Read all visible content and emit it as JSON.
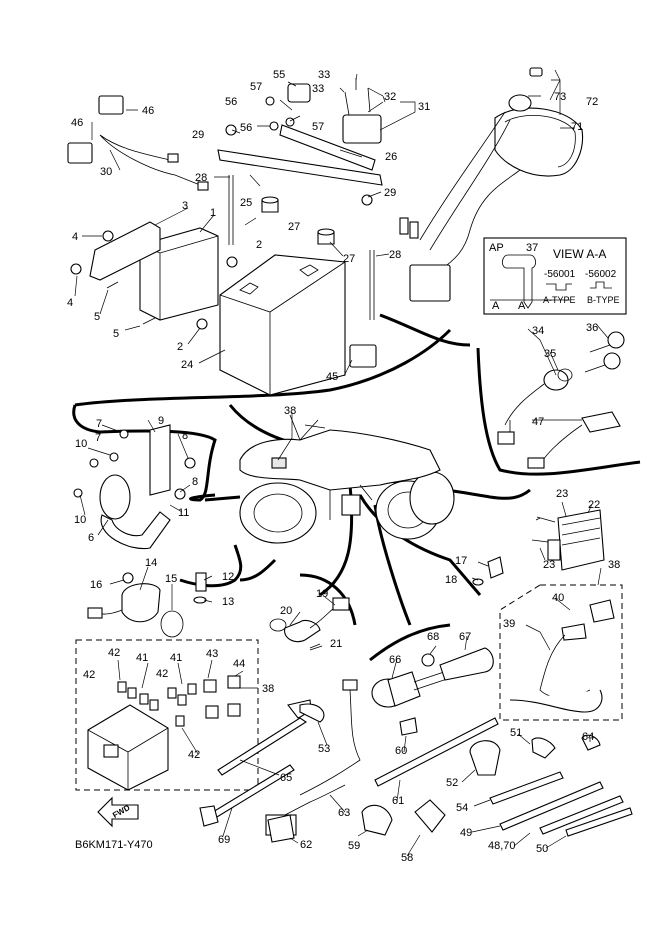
{
  "diagram_id": "B6KM171-Y470",
  "fwd_label": "FWD",
  "view_box": {
    "ap_label": "AP",
    "ap_number": "37",
    "title": "VIEW A-A",
    "codes": [
      "-56001",
      "-56002"
    ],
    "types": [
      "A-TYPE",
      "B-TYPE"
    ],
    "section_letters": [
      "A",
      "A"
    ]
  },
  "callouts": [
    {
      "id": "c46a",
      "text": "46"
    },
    {
      "id": "c46b",
      "text": "46"
    },
    {
      "id": "c30",
      "text": "30"
    },
    {
      "id": "c55",
      "text": "55"
    },
    {
      "id": "c57a",
      "text": "57"
    },
    {
      "id": "c56a",
      "text": "56"
    },
    {
      "id": "c56b",
      "text": "56"
    },
    {
      "id": "c57b",
      "text": "57"
    },
    {
      "id": "c33a",
      "text": "33"
    },
    {
      "id": "c33b",
      "text": "33"
    },
    {
      "id": "c32",
      "text": "32"
    },
    {
      "id": "c31",
      "text": "31"
    },
    {
      "id": "c29a",
      "text": "29"
    },
    {
      "id": "c26",
      "text": "26"
    },
    {
      "id": "c28a",
      "text": "28"
    },
    {
      "id": "c25",
      "text": "25"
    },
    {
      "id": "c29b",
      "text": "29"
    },
    {
      "id": "c3",
      "text": "3"
    },
    {
      "id": "c1",
      "text": "1"
    },
    {
      "id": "c4a",
      "text": "4"
    },
    {
      "id": "c27a",
      "text": "27"
    },
    {
      "id": "c2a",
      "text": "2"
    },
    {
      "id": "c27b",
      "text": "27"
    },
    {
      "id": "c28b",
      "text": "28"
    },
    {
      "id": "c4b",
      "text": "4"
    },
    {
      "id": "c5a",
      "text": "5"
    },
    {
      "id": "c5b",
      "text": "5"
    },
    {
      "id": "c2b",
      "text": "2"
    },
    {
      "id": "c24",
      "text": "24"
    },
    {
      "id": "c45",
      "text": "45"
    },
    {
      "id": "c73",
      "text": "73"
    },
    {
      "id": "c72",
      "text": "72"
    },
    {
      "id": "c71",
      "text": "71"
    },
    {
      "id": "c34",
      "text": "34"
    },
    {
      "id": "c36",
      "text": "36"
    },
    {
      "id": "c35",
      "text": "35"
    },
    {
      "id": "c47",
      "text": "47"
    },
    {
      "id": "c38a",
      "text": "38"
    },
    {
      "id": "c7a",
      "text": "7"
    },
    {
      "id": "c9",
      "text": "9"
    },
    {
      "id": "c10a",
      "text": "10"
    },
    {
      "id": "c7b",
      "text": "7"
    },
    {
      "id": "c8a",
      "text": "8"
    },
    {
      "id": "c8b",
      "text": "8"
    },
    {
      "id": "c10b",
      "text": "10"
    },
    {
      "id": "c11",
      "text": "11"
    },
    {
      "id": "c6",
      "text": "6"
    },
    {
      "id": "c23a",
      "text": "23"
    },
    {
      "id": "c22",
      "text": "22"
    },
    {
      "id": "c23b",
      "text": "23"
    },
    {
      "id": "c14",
      "text": "14"
    },
    {
      "id": "c16",
      "text": "16"
    },
    {
      "id": "c15",
      "text": "15"
    },
    {
      "id": "c12",
      "text": "12"
    },
    {
      "id": "c13",
      "text": "13"
    },
    {
      "id": "c19",
      "text": "19"
    },
    {
      "id": "c20",
      "text": "20"
    },
    {
      "id": "c21",
      "text": "21"
    },
    {
      "id": "c17",
      "text": "17"
    },
    {
      "id": "c18",
      "text": "18"
    },
    {
      "id": "c38b",
      "text": "38"
    },
    {
      "id": "c40",
      "text": "40"
    },
    {
      "id": "c39",
      "text": "39"
    },
    {
      "id": "c42a",
      "text": "42"
    },
    {
      "id": "c41a",
      "text": "41"
    },
    {
      "id": "c41b",
      "text": "41"
    },
    {
      "id": "c43",
      "text": "43"
    },
    {
      "id": "c42b",
      "text": "42"
    },
    {
      "id": "c42c",
      "text": "42"
    },
    {
      "id": "c44",
      "text": "44"
    },
    {
      "id": "c38c",
      "text": "38"
    },
    {
      "id": "c42d",
      "text": "42"
    },
    {
      "id": "c68",
      "text": "68"
    },
    {
      "id": "c67",
      "text": "67"
    },
    {
      "id": "c66",
      "text": "66"
    },
    {
      "id": "c53",
      "text": "53"
    },
    {
      "id": "c60",
      "text": "60"
    },
    {
      "id": "c51",
      "text": "51"
    },
    {
      "id": "c64",
      "text": "64"
    },
    {
      "id": "c65",
      "text": "65"
    },
    {
      "id": "c52",
      "text": "52"
    },
    {
      "id": "c61",
      "text": "61"
    },
    {
      "id": "c54",
      "text": "54"
    },
    {
      "id": "c63",
      "text": "63"
    },
    {
      "id": "c69",
      "text": "69"
    },
    {
      "id": "c62",
      "text": "62"
    },
    {
      "id": "c59",
      "text": "59"
    },
    {
      "id": "c58",
      "text": "58"
    },
    {
      "id": "c49",
      "text": "49"
    },
    {
      "id": "c4870",
      "text": "48,70"
    },
    {
      "id": "c50",
      "text": "50"
    }
  ]
}
